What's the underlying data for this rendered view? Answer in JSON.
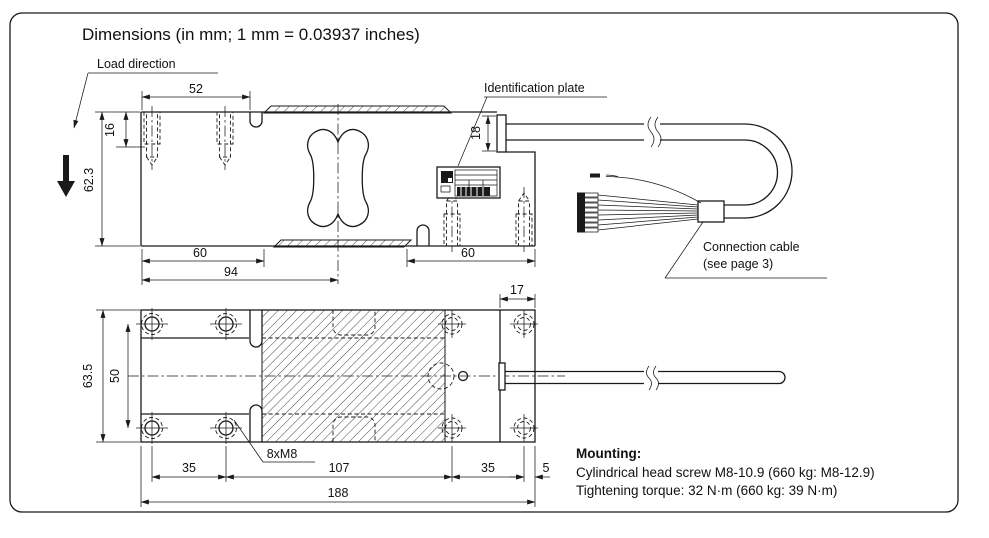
{
  "title": "Dimensions (in mm; 1 mm = 0.03937 inches)",
  "labels": {
    "load_direction": "Load direction",
    "identification_plate": "Identification plate",
    "connection_cable_line1": "Connection cable",
    "connection_cable_line2": "(see page 3)",
    "thread_callout": "8xM8"
  },
  "side_view": {
    "dims": {
      "width_top": "52",
      "thread_depth": "16",
      "height": "62.3",
      "left_pocket": "60",
      "load_center": "94",
      "right_pocket": "60",
      "cable_height": "18"
    }
  },
  "plan_view": {
    "dims": {
      "height": "63.5",
      "hole_span_v": "50",
      "hole_pitch_left": "35",
      "center_span": "107",
      "hole_pitch_right": "35",
      "edge_offset": "5",
      "length": "188",
      "end_width": "17"
    }
  },
  "mounting": {
    "heading": "Mounting:",
    "line1": "Cylindrical head screw M8-10.9 (660 kg: M8-12.9)",
    "line2": "Tightening torque: 32 N·m (660 kg: 39 N·m)"
  }
}
